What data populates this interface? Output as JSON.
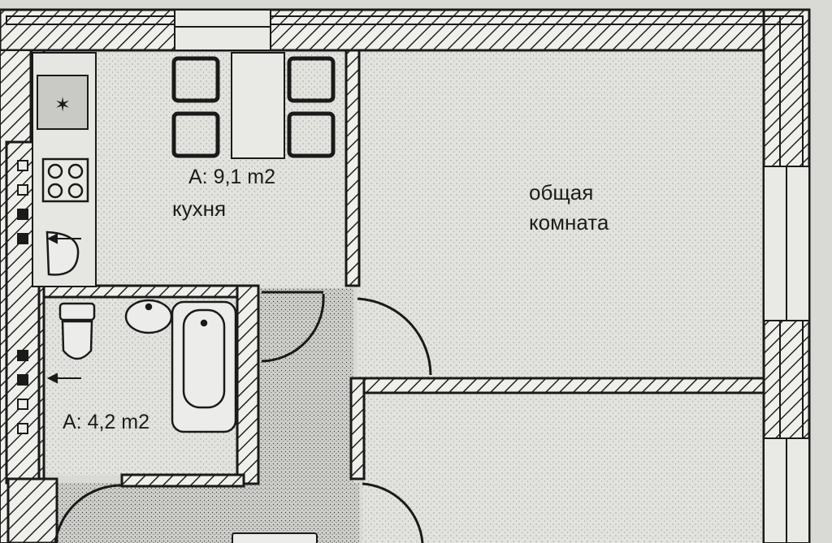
{
  "rooms": {
    "kitchen": {
      "area_label": "A: 9,1 m2",
      "name": "кухня"
    },
    "bathroom": {
      "area_label": "A: 4,2 m2"
    },
    "living_room": {
      "name_line1": "общая",
      "name_line2": "комната"
    }
  },
  "colors": {
    "paper": "#d9d9d5",
    "room_fill": "#e3e3df",
    "wall_line": "#1a1a1a",
    "ink": "#1c1c1c"
  }
}
